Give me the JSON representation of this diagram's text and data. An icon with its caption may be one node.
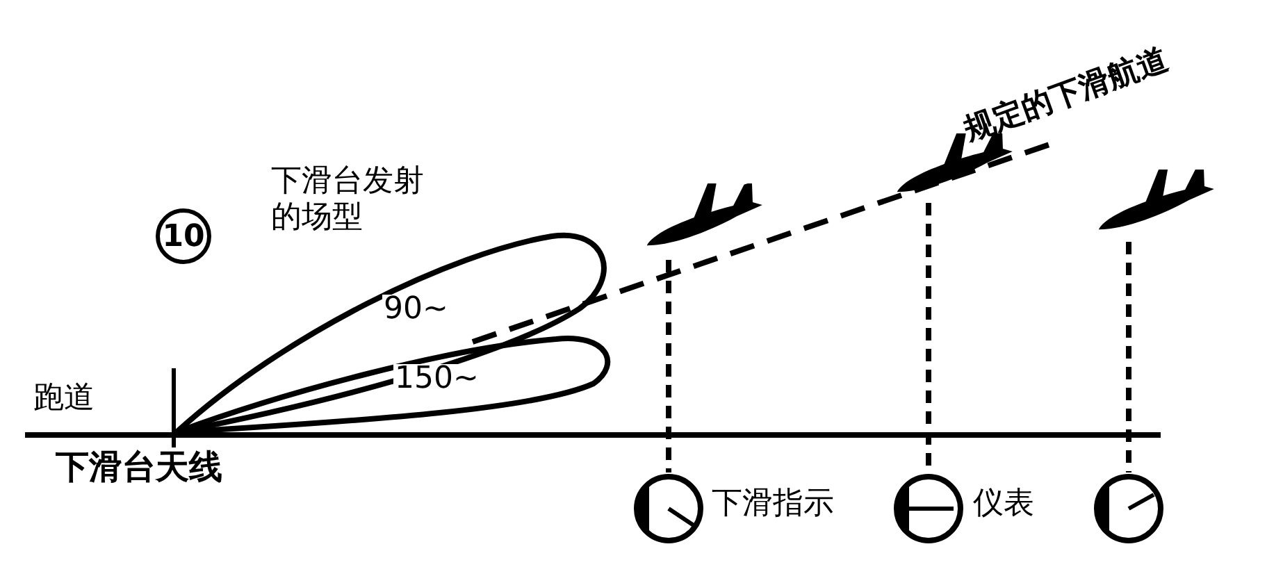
{
  "diagram": {
    "nodes": [
      {
        "text": [
          "90~"
        ]
      },
      {
        "text": [
          "150~"
        ]
      },
      {
        "text": [],
        "shape": "picture"
      },
      {
        "text": [],
        "shape": "picture"
      },
      {
        "text": [],
        "shape": "picture"
      },
      {
        "text": [],
        "shape": "circle"
      },
      {
        "text": [],
        "shape": "circle"
      },
      {
        "text": [],
        "shape": "circle"
      }
    ],
    "edges": [
      {
        "from": 2,
        "to": 5,
        "arrow": "none",
        "style": "dashed"
      },
      {
        "from": 3,
        "to": 6,
        "arrow": "none",
        "style": "dashed"
      },
      {
        "from": 4,
        "to": 7,
        "arrow": "none",
        "style": "dashed"
      }
    ],
    "labels": [
      "10",
      "下滑台发射的场型",
      "规定的下滑航道",
      "跑道",
      "下滑台天线",
      "下滑指示",
      "仪表"
    ]
  }
}
